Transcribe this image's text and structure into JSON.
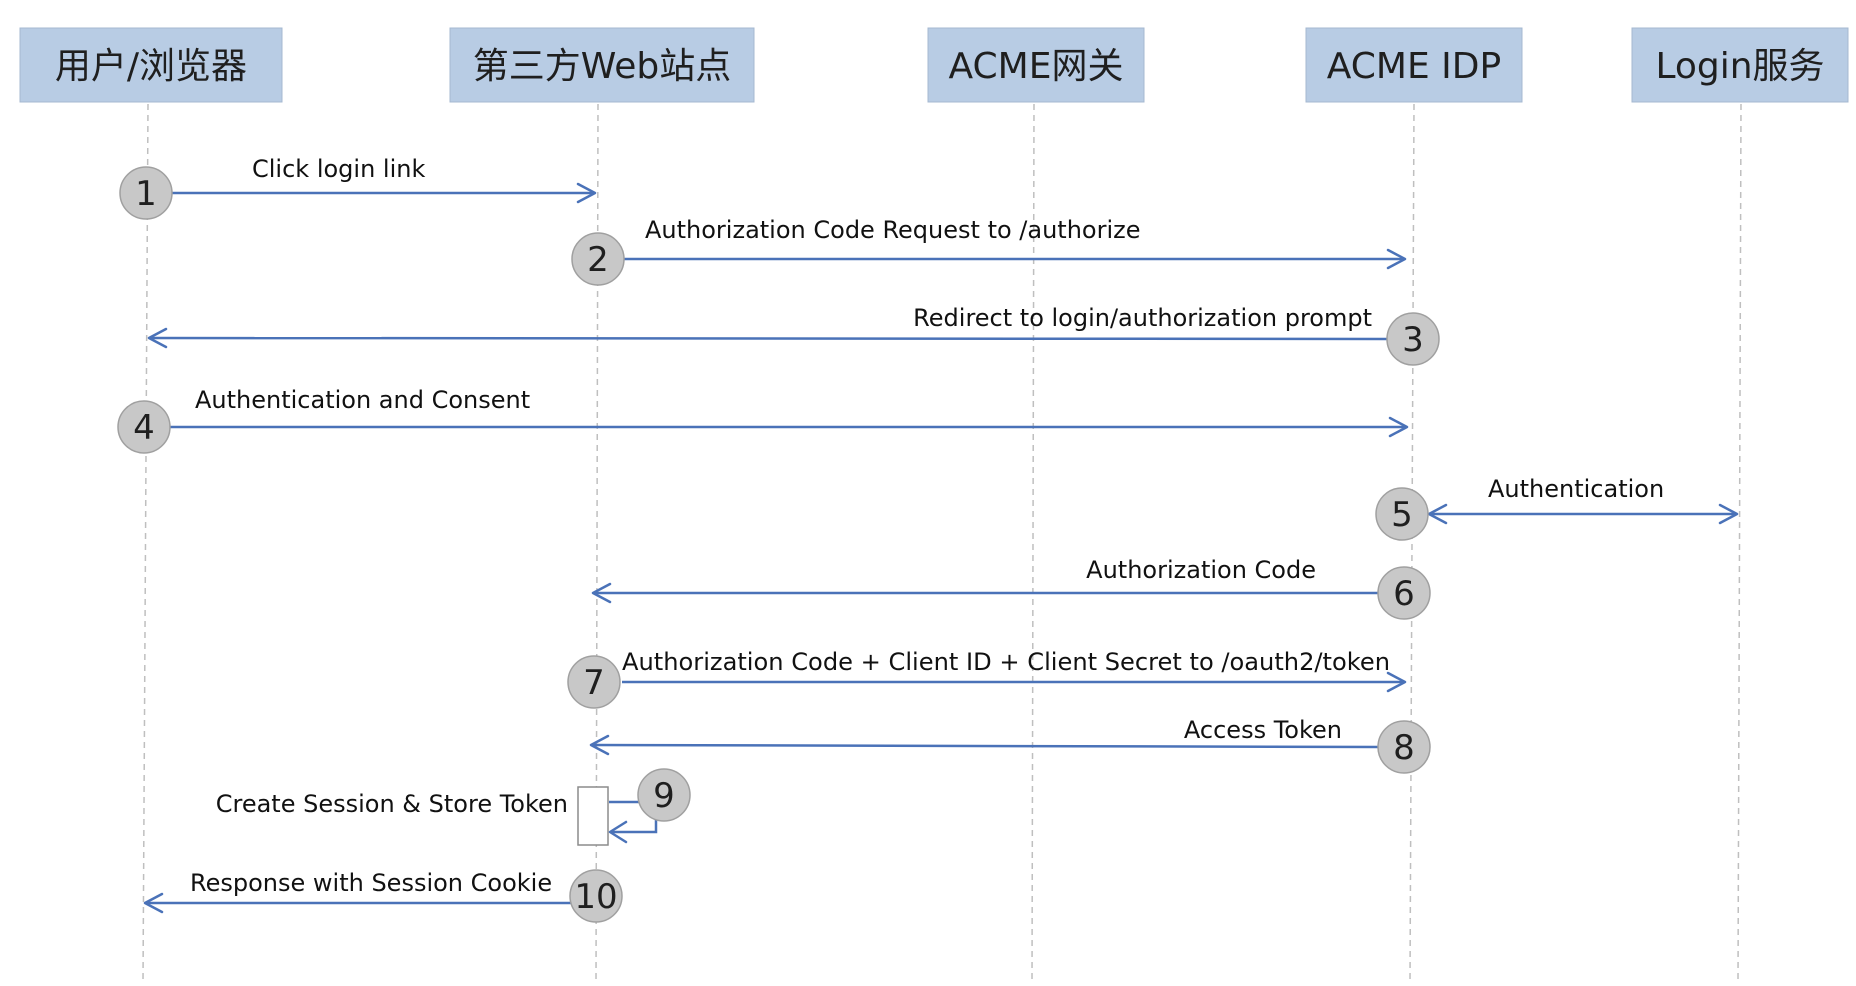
{
  "participants": [
    {
      "id": "browser",
      "label": "用户/浏览器"
    },
    {
      "id": "website",
      "label": "第三方Web站点"
    },
    {
      "id": "gateway",
      "label": "ACME网关"
    },
    {
      "id": "idp",
      "label": "ACME IDP"
    },
    {
      "id": "login",
      "label": "Login服务"
    }
  ],
  "messages": [
    {
      "step": "1",
      "from": "browser",
      "to": "website",
      "label": "Click login link",
      "bidirectional": false
    },
    {
      "step": "2",
      "from": "website",
      "to": "idp",
      "label": "Authorization Code Request to /authorize",
      "bidirectional": false
    },
    {
      "step": "3",
      "from": "idp",
      "to": "browser",
      "label": "Redirect to login/authorization prompt",
      "bidirectional": false
    },
    {
      "step": "4",
      "from": "browser",
      "to": "idp",
      "label": "Authentication and Consent",
      "bidirectional": false
    },
    {
      "step": "5",
      "from": "idp",
      "to": "login",
      "label": "Authentication",
      "bidirectional": true
    },
    {
      "step": "6",
      "from": "idp",
      "to": "website",
      "label": "Authorization Code",
      "bidirectional": false
    },
    {
      "step": "7",
      "from": "website",
      "to": "idp",
      "label": "Authorization Code + Client ID + Client Secret to /oauth2/token",
      "bidirectional": false
    },
    {
      "step": "8",
      "from": "idp",
      "to": "website",
      "label": "Access Token",
      "bidirectional": false
    },
    {
      "step": "9",
      "from": "website",
      "to": "website",
      "label": "Create Session & Store Token",
      "self": true
    },
    {
      "step": "10",
      "from": "website",
      "to": "browser",
      "label": "Response with Session Cookie",
      "bidirectional": false
    }
  ],
  "colors": {
    "participant_fill": "#b8cce4",
    "arrow": "#4a72b8",
    "step_circle": "#c8c8c8",
    "lifeline": "#bfbfbf"
  }
}
